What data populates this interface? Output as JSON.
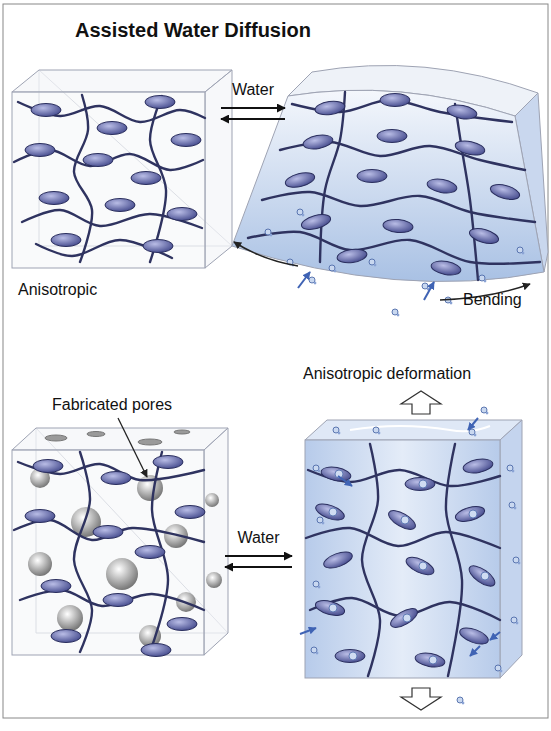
{
  "diagram": {
    "title": "Assisted Water Diffusion",
    "nodes": [
      {
        "text": [
          "Anisotropic"
        ]
      },
      {
        "text": [
          "Bending"
        ]
      },
      {
        "text": [
          "Fabricated pores"
        ]
      },
      {
        "text": [
          "Anisotropic deformation"
        ]
      }
    ],
    "edges": [
      {
        "from": 0,
        "to": 1,
        "label": "Water",
        "arrow": "both"
      },
      {
        "from": 2,
        "to": 3,
        "label": "Water",
        "arrow": "both"
      }
    ]
  }
}
